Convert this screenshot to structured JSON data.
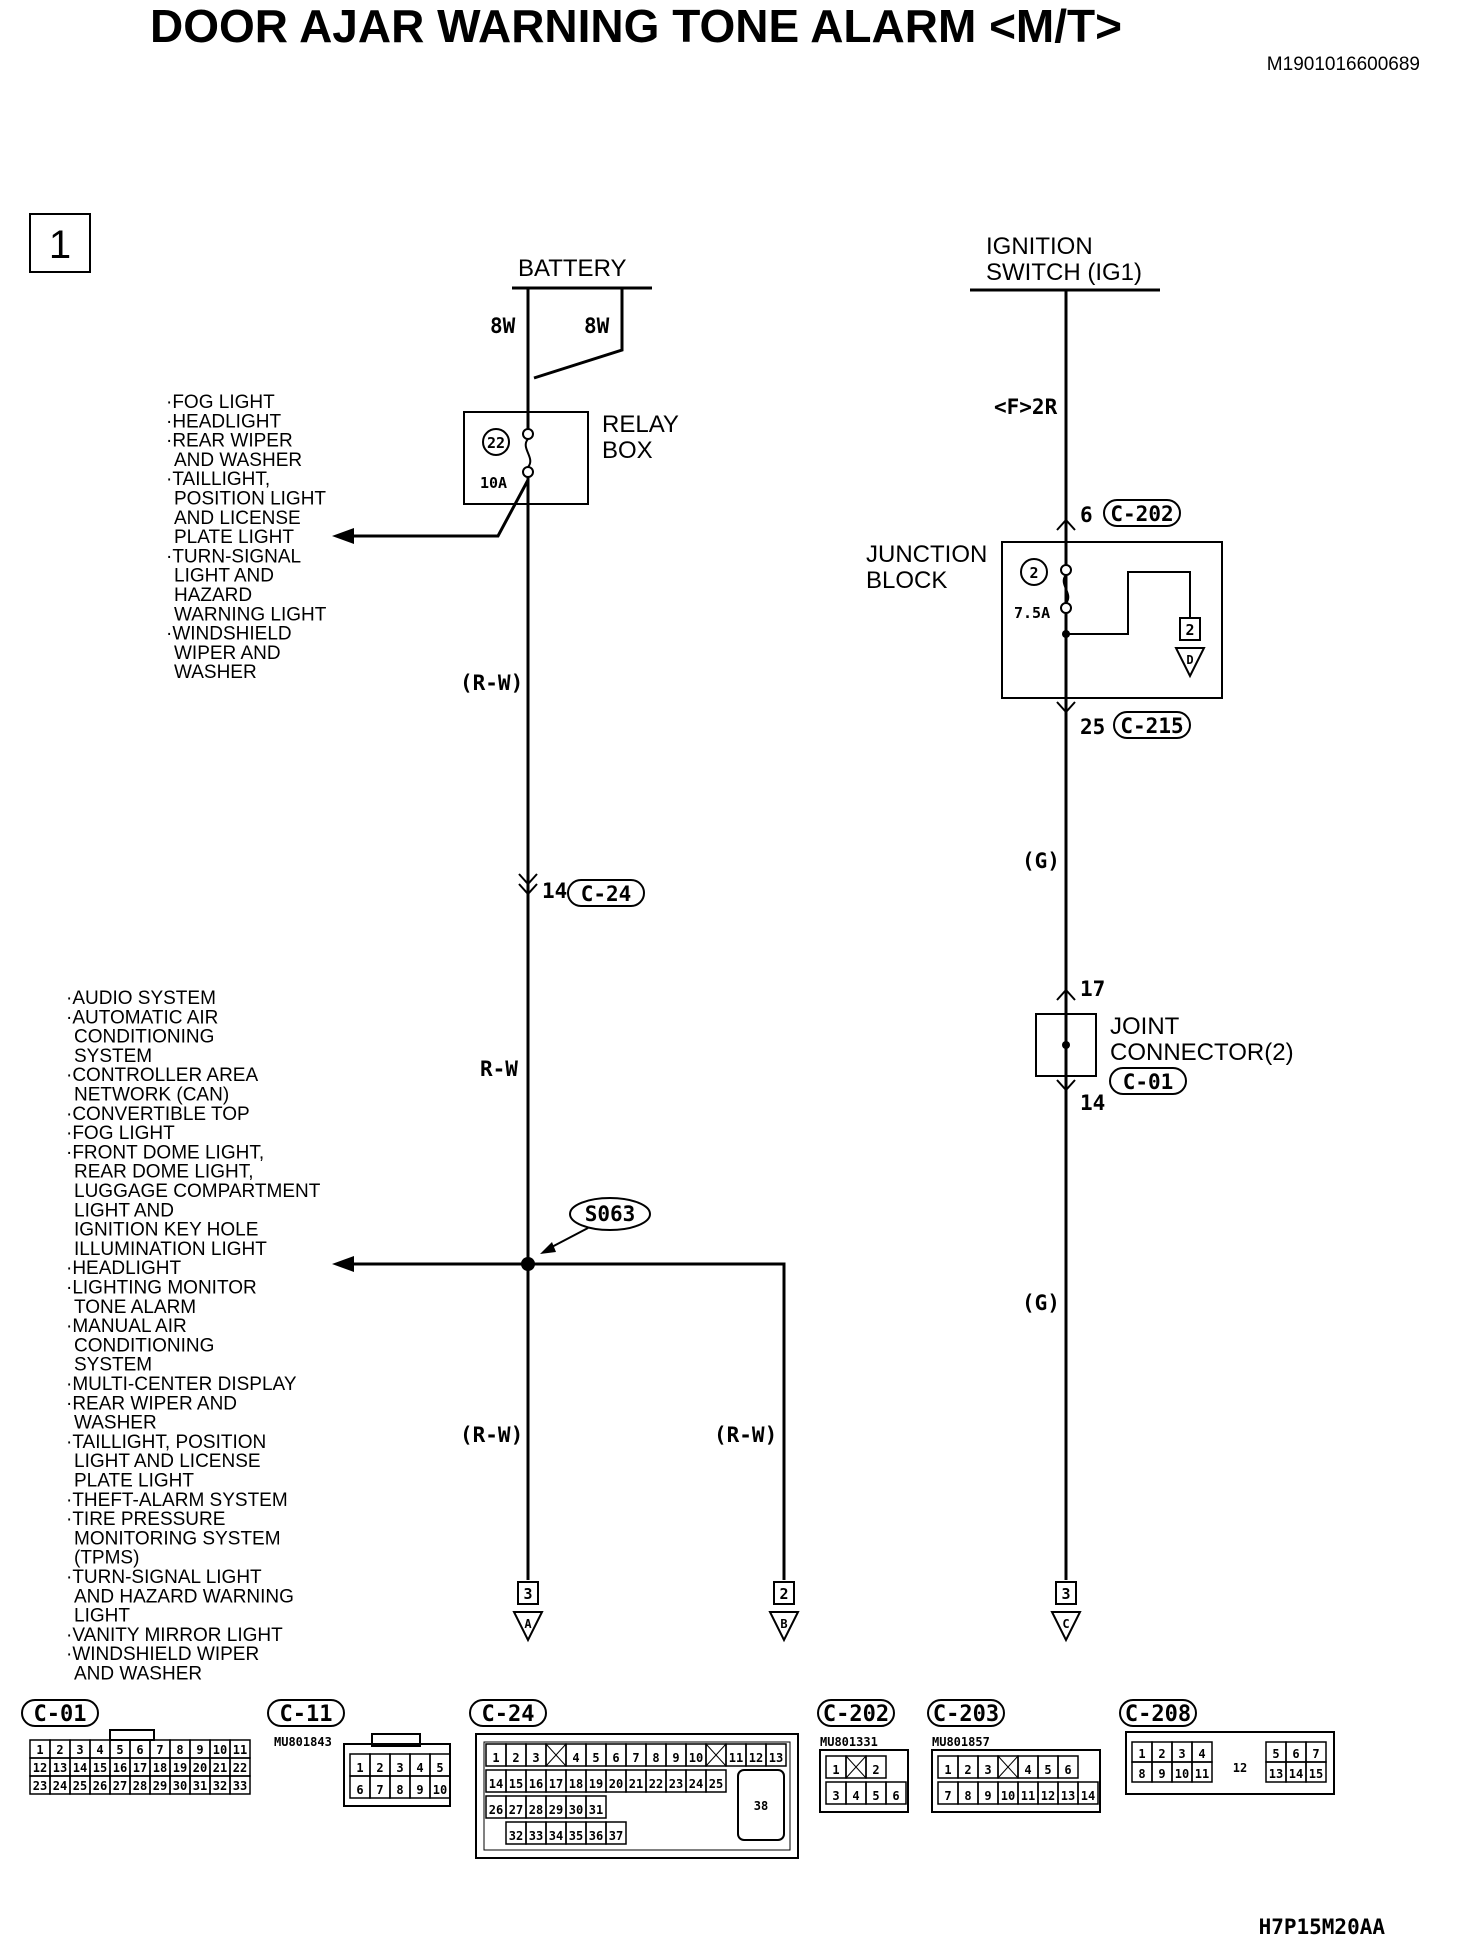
{
  "title": "DOOR AJAR WARNING TONE ALARM <M/T>",
  "doc_id": "M1901016600689",
  "footer_code": "H7P15M20AA",
  "page_number": "1",
  "left_circuit": {
    "source": "BATTERY",
    "wire_gauge_left": "8W",
    "wire_gauge_right": "8W",
    "relay_box": {
      "line1": "RELAY",
      "line2": "BOX",
      "fuse_number": "22",
      "fuse_rating": "10A"
    },
    "relay_branch_list": [
      "·FOG LIGHT",
      "·HEADLIGHT",
      "·REAR WIPER",
      " AND WASHER",
      "·TAILLIGHT,",
      " POSITION LIGHT",
      " AND LICENSE",
      " PLATE LIGHT",
      "·TURN-SIGNAL",
      " LIGHT AND",
      " HAZARD",
      " WARNING LIGHT",
      "·WINDSHIELD",
      " WIPER AND",
      " WASHER"
    ],
    "wire_color_1": "(R-W)",
    "connector_pin": "14",
    "connector_id": "C-24",
    "wire_color_2": "R-W",
    "splice_id": "S063",
    "splice_branch_list": [
      "·AUDIO SYSTEM",
      "·AUTOMATIC AIR",
      " CONDITIONING",
      " SYSTEM",
      "·CONTROLLER AREA",
      " NETWORK (CAN)",
      "·CONVERTIBLE TOP",
      "·FOG LIGHT",
      "·FRONT DOME LIGHT,",
      " REAR DOME LIGHT,",
      " LUGGAGE COMPARTMENT",
      " LIGHT AND",
      " IGNITION KEY HOLE",
      " ILLUMINATION LIGHT",
      "·HEADLIGHT",
      "·LIGHTING MONITOR",
      " TONE ALARM",
      "·MANUAL AIR",
      " CONDITIONING",
      " SYSTEM",
      "·MULTI-CENTER DISPLAY",
      "·REAR WIPER AND",
      " WASHER",
      "·TAILLIGHT, POSITION",
      " LIGHT AND LICENSE",
      " PLATE LIGHT",
      "·THEFT-ALARM SYSTEM",
      "·TIRE PRESSURE",
      " MONITORING SYSTEM",
      " (TPMS)",
      "·TURN-SIGNAL LIGHT",
      " AND HAZARD WARNING",
      " LIGHT",
      "·VANITY MIRROR LIGHT",
      "·WINDSHIELD WIPER",
      " AND WASHER"
    ],
    "wire_color_3": "(R-W)",
    "wire_color_4": "(R-W)",
    "ref_a": {
      "page": "3",
      "letter": "A"
    },
    "ref_b": {
      "page": "2",
      "letter": "B"
    }
  },
  "right_circuit": {
    "source_line1": "IGNITION",
    "source_line2": "SWITCH (IG1)",
    "wire_code": "<F>2R",
    "jb_in_pin": "6",
    "jb_in_conn": "C-202",
    "junction_block": {
      "line1": "JUNCTION",
      "line2": "BLOCK",
      "fuse_number": "2",
      "fuse_rating": "7.5A",
      "ref_page": "2",
      "ref_letter": "D"
    },
    "jb_out_pin": "25",
    "jb_out_conn": "C-215",
    "wire_color_1": "(G)",
    "joint_in_pin": "17",
    "joint_connector": {
      "line1": "JOINT",
      "line2": "CONNECTOR(2)",
      "conn_id": "C-01"
    },
    "joint_out_pin": "14",
    "wire_color_2": "(G)",
    "ref_c": {
      "page": "3",
      "letter": "C"
    }
  },
  "connectors": {
    "c01": {
      "id": "C-01",
      "rows": [
        [
          "1",
          "2",
          "3",
          "4",
          "5",
          "6",
          "7",
          "8",
          "9",
          "10",
          "11"
        ],
        [
          "12",
          "13",
          "14",
          "15",
          "16",
          "17",
          "18",
          "19",
          "20",
          "21",
          "22"
        ],
        [
          "23",
          "24",
          "25",
          "26",
          "27",
          "28",
          "29",
          "30",
          "31",
          "32",
          "33"
        ]
      ]
    },
    "c11": {
      "id": "C-11",
      "part": "MU801843",
      "rows": [
        [
          "1",
          "2",
          "3",
          "4",
          "5"
        ],
        [
          "6",
          "7",
          "8",
          "9",
          "10"
        ]
      ]
    },
    "c24": {
      "id": "C-24",
      "row1": [
        "1",
        "2",
        "3",
        "",
        "4",
        "5",
        "6",
        "7",
        "8",
        "9",
        "10",
        "",
        "11",
        "12",
        "13"
      ],
      "row2": [
        "14",
        "15",
        "16",
        "17",
        "18",
        "19",
        "20",
        "21",
        "22",
        "23",
        "24",
        "25"
      ],
      "row3": [
        "26",
        "27",
        "28",
        "29",
        "30",
        "31"
      ],
      "row4": [
        "32",
        "33",
        "34",
        "35",
        "36",
        "37"
      ],
      "big": "38"
    },
    "c202": {
      "id": "C-202",
      "part": "MU801331",
      "rows": [
        [
          "1",
          "",
          "2"
        ],
        [
          "3",
          "4",
          "5",
          "6"
        ]
      ]
    },
    "c203": {
      "id": "C-203",
      "part": "MU801857",
      "rows": [
        [
          "1",
          "2",
          "3",
          "",
          "4",
          "5",
          "6"
        ],
        [
          "7",
          "8",
          "9",
          "10",
          "11",
          "12",
          "13",
          "14"
        ]
      ]
    },
    "c208": {
      "id": "C-208",
      "row1_left": [
        "1",
        "2",
        "3",
        "4"
      ],
      "row2_left": [
        "8",
        "9",
        "10",
        "11"
      ],
      "center": "12",
      "row1_right": [
        "5",
        "6",
        "7"
      ],
      "row2_right": [
        "13",
        "14",
        "15"
      ]
    }
  }
}
